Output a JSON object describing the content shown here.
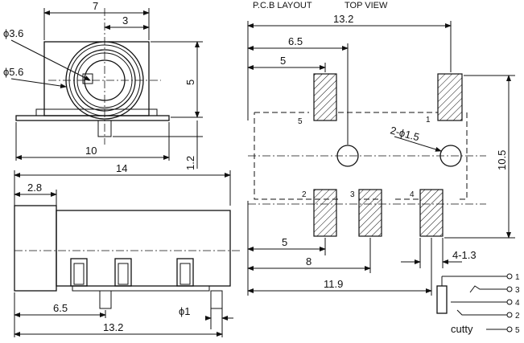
{
  "front_view": {
    "dim_width": "7",
    "dim_half": "3",
    "dim_phi_inner": "ϕ3.6",
    "dim_phi_outer": "ϕ5.6",
    "dim_height": "5",
    "dim_base": "10",
    "dim_offset": "1.2"
  },
  "side_view": {
    "dim_length": "14",
    "dim_step": "2.8",
    "dim_pin_offset": "6.5",
    "dim_pin_dia": "ϕ1",
    "dim_total": "13.2"
  },
  "pcb_layout": {
    "header_left": "P.C.B LAYOUT",
    "header_right": "TOP VIEW",
    "dim_total_width": "13.2",
    "dim_hole_x": "6.5",
    "dim_pad_x": "5",
    "dim_height": "10.5",
    "hole_label": "2-ϕ1.5",
    "pad_labels": [
      "5",
      "1",
      "2",
      "3",
      "4"
    ],
    "dim_bottom_5": "5",
    "dim_bottom_8": "8",
    "dim_bottom_11_9": "11.9",
    "dim_pad_width": "4-1.3"
  },
  "schematic": {
    "pins": [
      "1",
      "3",
      "4",
      "2",
      "5"
    ],
    "cutty_label": "cutty"
  }
}
